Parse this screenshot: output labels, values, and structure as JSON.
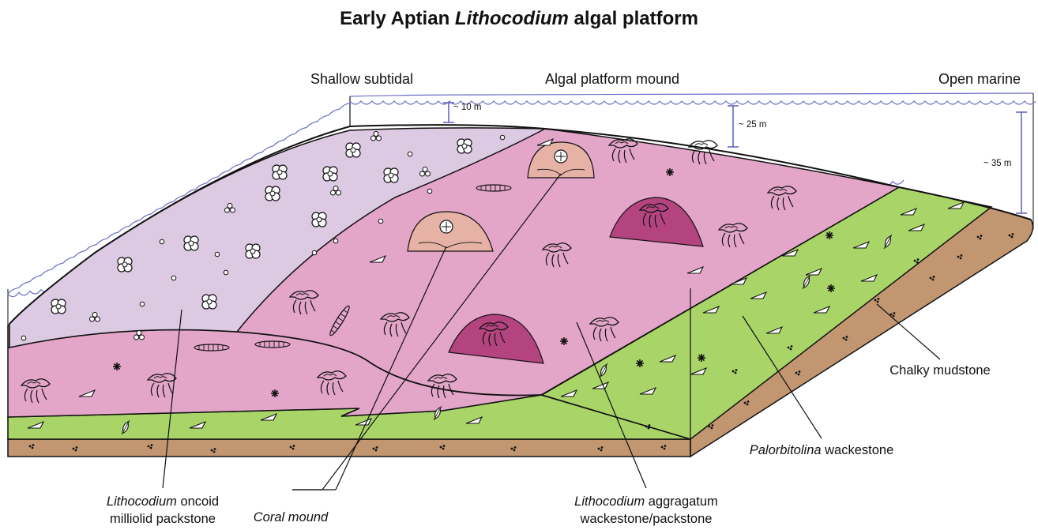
{
  "title": {
    "pre": "Early Aptian ",
    "italic": "Lithocodium",
    "post": " algal platform"
  },
  "zones": {
    "shallow": "Shallow subtidal",
    "mound": "Algal platform mound",
    "open": "Open marine"
  },
  "depths": {
    "d10": "~ 10 m",
    "d25": "~ 25 m",
    "d35": "~ 35 m"
  },
  "labels": {
    "oncoid": {
      "italic": "Lithocodium",
      "line1_rest": " oncoid",
      "line2": "milliolid packstone"
    },
    "coral": {
      "italic": "Coral mound"
    },
    "aggragatum": {
      "italic": "Lithocodium",
      "line1_rest": " aggragatum",
      "line2": "wackestone/packstone"
    },
    "palorbitolina": {
      "italic": "Palorbitolina",
      "rest": " wackestone"
    },
    "chalky": {
      "text": "Chalky mudstone"
    }
  },
  "colors": {
    "lavender": "#dcc9e2",
    "pink": "#e3a5c8",
    "green": "#a8d468",
    "brown": "#c19671",
    "coral_mound": "#e6b2a5",
    "magenta_mound": "#b4447f",
    "water_line": "#6b6fc4",
    "depth_marker": "#5a5dc0"
  }
}
